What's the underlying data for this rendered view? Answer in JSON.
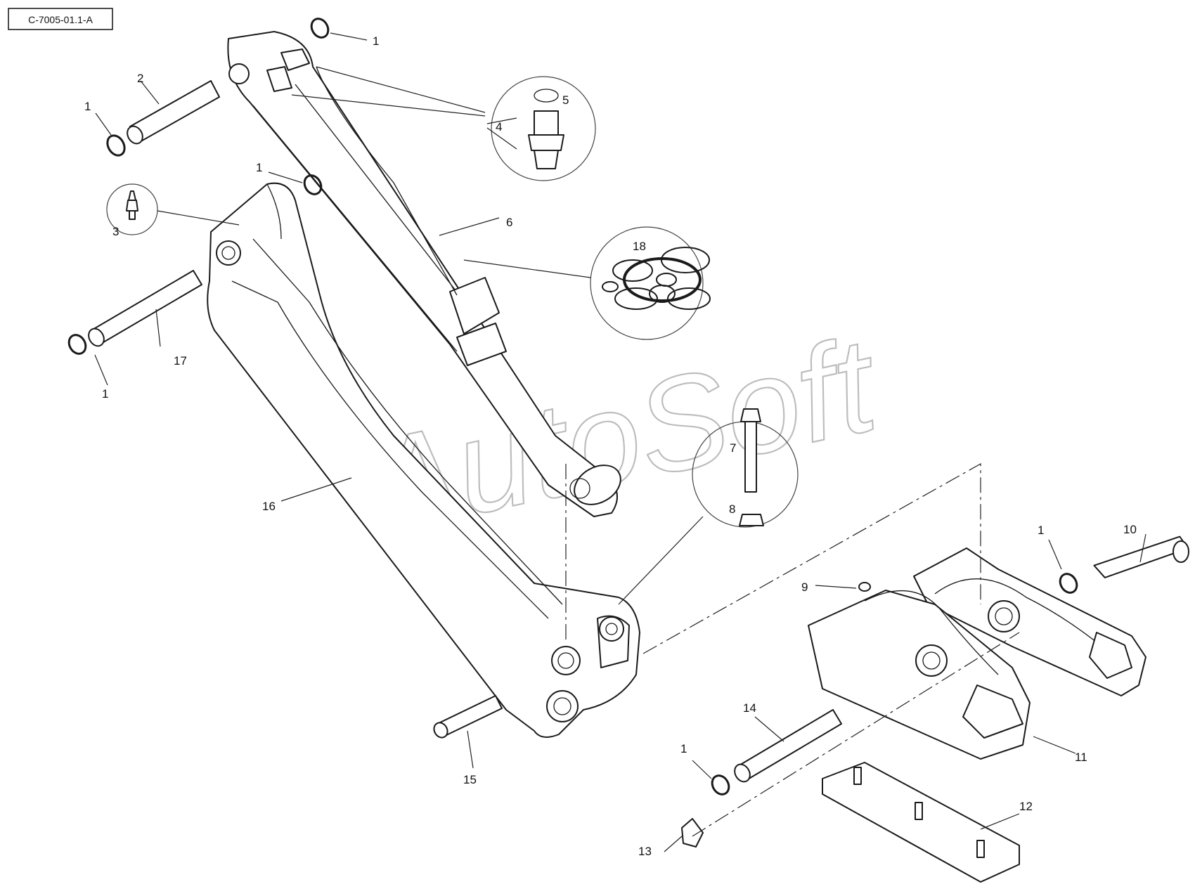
{
  "drawing_ref": "C-7005-01.1-A",
  "watermark": "AutoSoft",
  "callouts": [
    {
      "id": "c1a",
      "label": "1"
    },
    {
      "id": "c1b",
      "label": "1"
    },
    {
      "id": "c1c",
      "label": "1"
    },
    {
      "id": "c1d",
      "label": "1"
    },
    {
      "id": "c1e",
      "label": "1"
    },
    {
      "id": "c1f",
      "label": "1"
    },
    {
      "id": "c2",
      "label": "2"
    },
    {
      "id": "c3",
      "label": "3"
    },
    {
      "id": "c4",
      "label": "4"
    },
    {
      "id": "c5",
      "label": "5"
    },
    {
      "id": "c6",
      "label": "6"
    },
    {
      "id": "c7",
      "label": "7"
    },
    {
      "id": "c8",
      "label": "8"
    },
    {
      "id": "c9",
      "label": "9"
    },
    {
      "id": "c10",
      "label": "10"
    },
    {
      "id": "c11",
      "label": "11"
    },
    {
      "id": "c12",
      "label": "12"
    },
    {
      "id": "c13",
      "label": "13"
    },
    {
      "id": "c14",
      "label": "14"
    },
    {
      "id": "c15",
      "label": "15"
    },
    {
      "id": "c16",
      "label": "16"
    },
    {
      "id": "c17",
      "label": "17"
    },
    {
      "id": "c18",
      "label": "18"
    }
  ]
}
